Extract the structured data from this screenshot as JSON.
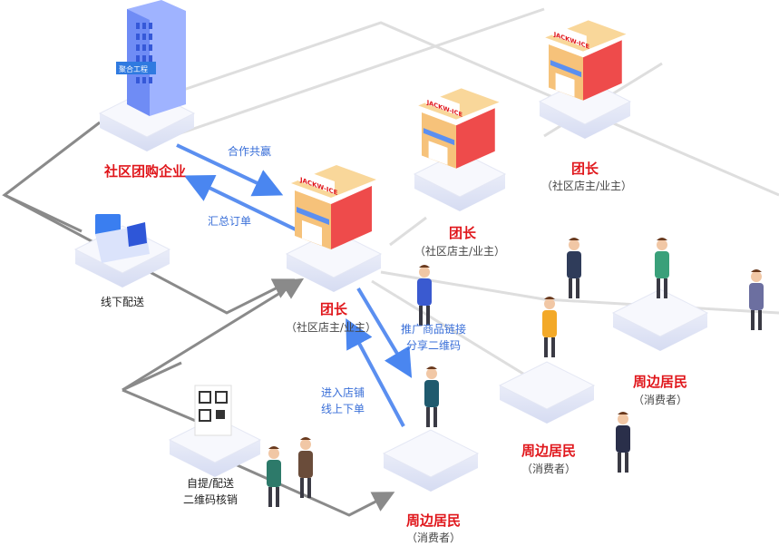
{
  "colors": {
    "title_red": "#e0161b",
    "flow_blue": "#3a6fd8",
    "arrow_blue": "#5b8ff0",
    "arrow_gray": "#8a8a8a"
  },
  "enterprise": {
    "label": "社区团购企业",
    "sign": "聚合工程"
  },
  "flows": {
    "cooperate": "合作共赢",
    "collect_orders": "汇总订单",
    "promote_1": "推广商品链接",
    "promote_2": "分享二维码",
    "enter_1": "进入店铺",
    "enter_2": "线上下单"
  },
  "delivery": {
    "label": "线下配送"
  },
  "pickup": {
    "line1": "自提/配送",
    "line2": "二维码核销"
  },
  "leaders": [
    {
      "title": "团长",
      "subtitle": "（社区店主/业主）",
      "sign": "JACKW-ICE"
    },
    {
      "title": "团长",
      "subtitle": "（社区店主/业主）",
      "sign": "JACKW-ICE"
    },
    {
      "title": "团长",
      "subtitle": "（社区店主/业主）",
      "sign": "JACKW-ICE"
    }
  ],
  "residents": [
    {
      "title": "周边居民",
      "subtitle": "（消费者）"
    },
    {
      "title": "周边居民",
      "subtitle": "（消费者）"
    },
    {
      "title": "周边居民",
      "subtitle": "（消费者）"
    }
  ]
}
